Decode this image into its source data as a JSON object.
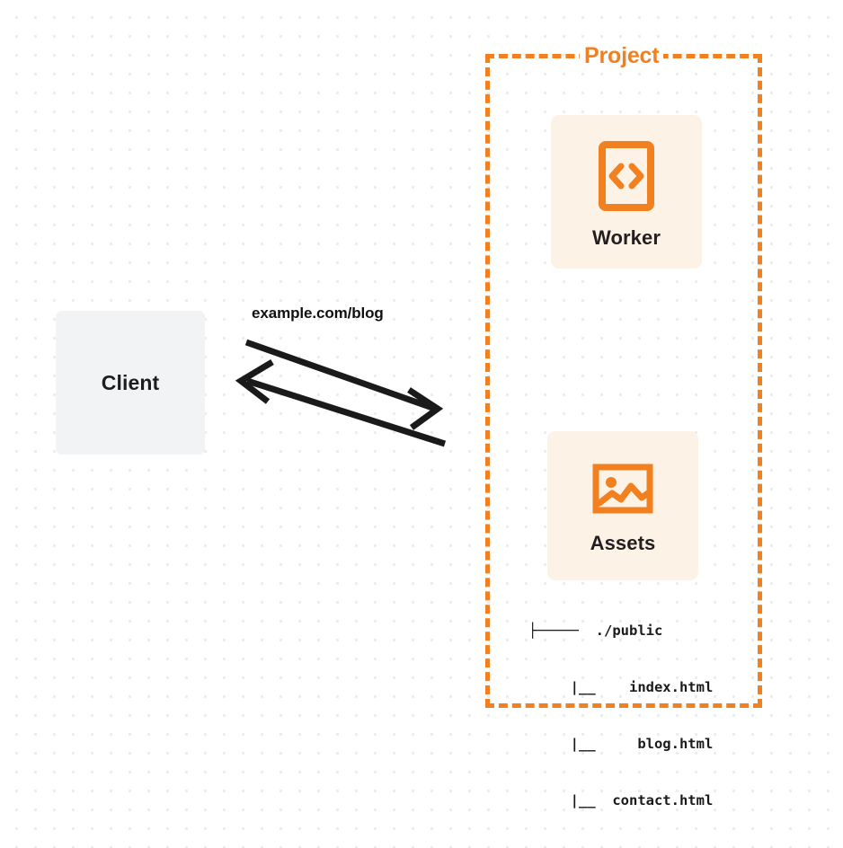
{
  "diagram": {
    "title": "Client to Project (Worker + Assets) request flow",
    "colors": {
      "accent_orange": "#f08020",
      "card_background": "#fdf2e6",
      "client_background": "#f2f3f5",
      "text_dark": "#231f20",
      "grid_dot": "#ebebeb",
      "arrow_stroke": "#1a1a1a"
    }
  },
  "client": {
    "label": "Client"
  },
  "connection": {
    "label": "example.com/blog",
    "request_direction": "client-to-project",
    "response_direction": "project-to-client"
  },
  "project": {
    "label": "Project",
    "services": [
      {
        "label": "Worker",
        "icon": "code-brackets-document-icon"
      },
      {
        "label": "Assets",
        "icon": "image-picture-icon"
      }
    ],
    "file_tree": {
      "lines": [
        "├─────  ./public",
        "     |__    index.html",
        "     |__     blog.html",
        "     |__  contact.html"
      ],
      "root": "./public",
      "files": [
        "index.html",
        "blog.html",
        "contact.html"
      ]
    }
  }
}
